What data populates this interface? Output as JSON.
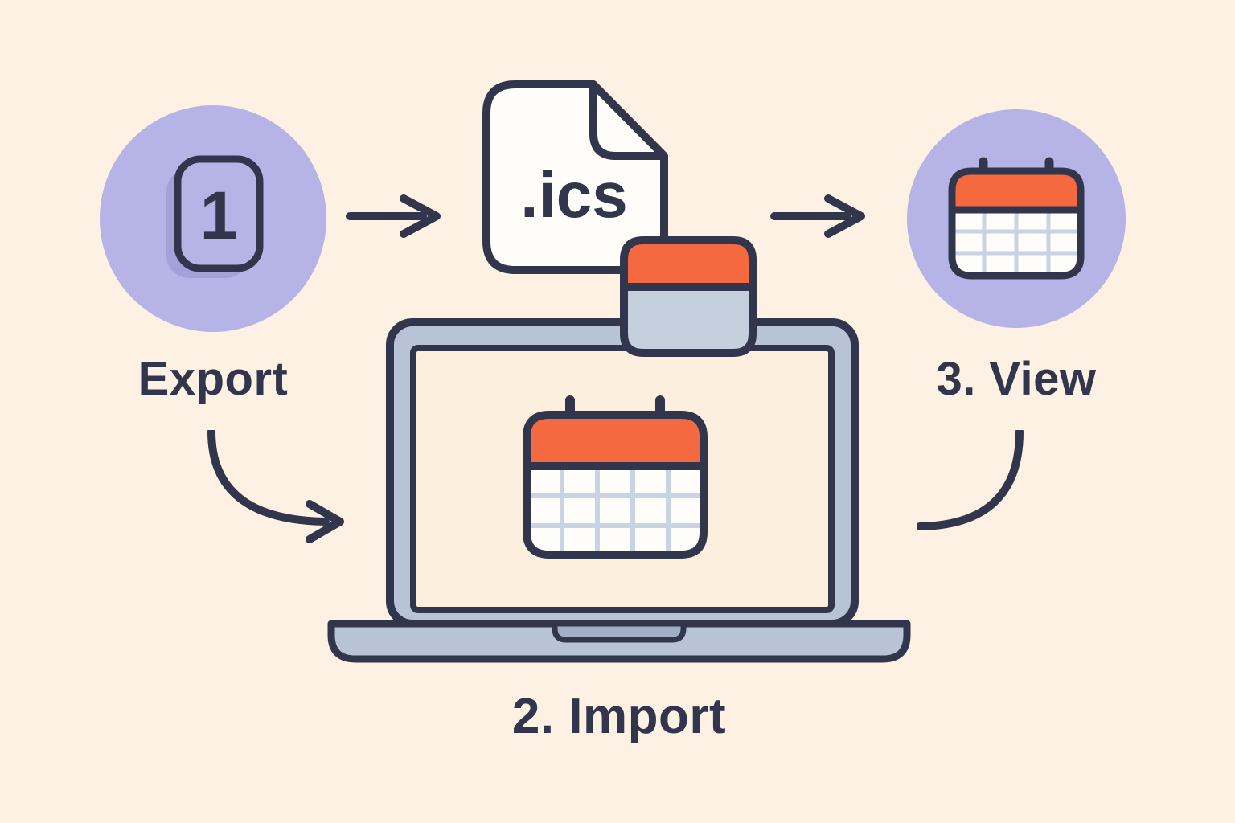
{
  "steps": {
    "export": {
      "badge": "1",
      "label": "Export"
    },
    "import": {
      "label": "2. Import"
    },
    "view": {
      "label": "3. View"
    }
  },
  "file": {
    "extension": ".ics"
  },
  "icons": {
    "step1": "number-one-badge-icon",
    "step2": "laptop-with-calendar-icon",
    "step3": "calendar-icon",
    "flow": "arrow-right-icon"
  },
  "colors": {
    "background": "#fcf1e2",
    "outline": "#32364d",
    "purple": "#b6b4e7",
    "purple_shadow": "#a3a1da",
    "orange": "#f4693f",
    "laptop_gray": "#b9c3d7",
    "laptop_notch": "#a2aec6",
    "screen_cream": "#fcefdd",
    "calendar_grid": "#c8d4e4",
    "calendar_body_gray": "#c5cfdd",
    "white": "#fffdf9"
  }
}
